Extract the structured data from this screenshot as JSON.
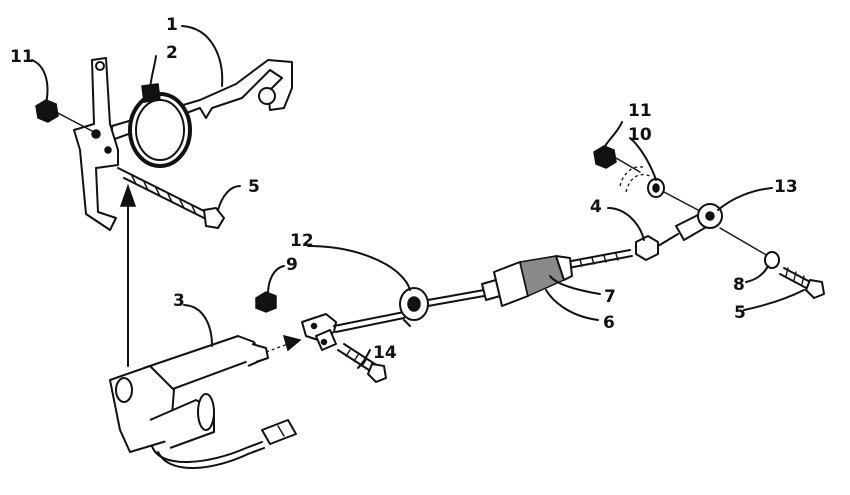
{
  "callouts": {
    "c1": "1",
    "c2": "2",
    "c3": "3",
    "c4": "4",
    "c5a": "5",
    "c5b": "5",
    "c6": "6",
    "c7": "7",
    "c8": "8",
    "c9": "9",
    "c10": "10",
    "c11a": "11",
    "c11b": "11",
    "c12": "12",
    "c13": "13",
    "c14": "14"
  }
}
